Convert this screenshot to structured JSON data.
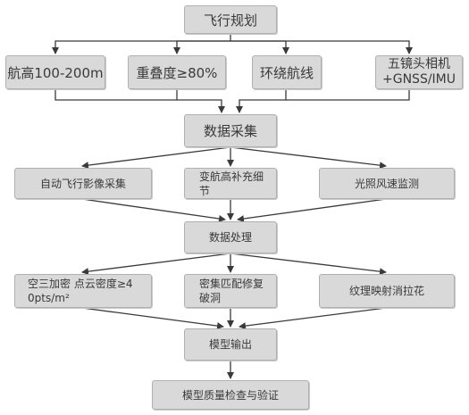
{
  "diagram": {
    "nodes": {
      "flight_planning": "飞行规划",
      "altitude": "航高100-200m",
      "overlap": "重叠度≥80%",
      "orbit_route": "环绕航线",
      "camera": "五镜头相机\n+GNSS/IMU",
      "data_collection": "数据采集",
      "auto_capture": "自动飞行影像采集",
      "altitude_detail": "变航高补充细\n节",
      "light_wind": "光照风速监测",
      "data_processing": "数据处理",
      "aerial_triangulation": "空三加密 点云密度≥4\n0pts/m²",
      "dense_matching": "密集匹配修复\n破洞",
      "texture_mapping": "纹理映射消拉花",
      "model_output": "模型输出",
      "quality_check": "模型质量检查与验证"
    }
  }
}
